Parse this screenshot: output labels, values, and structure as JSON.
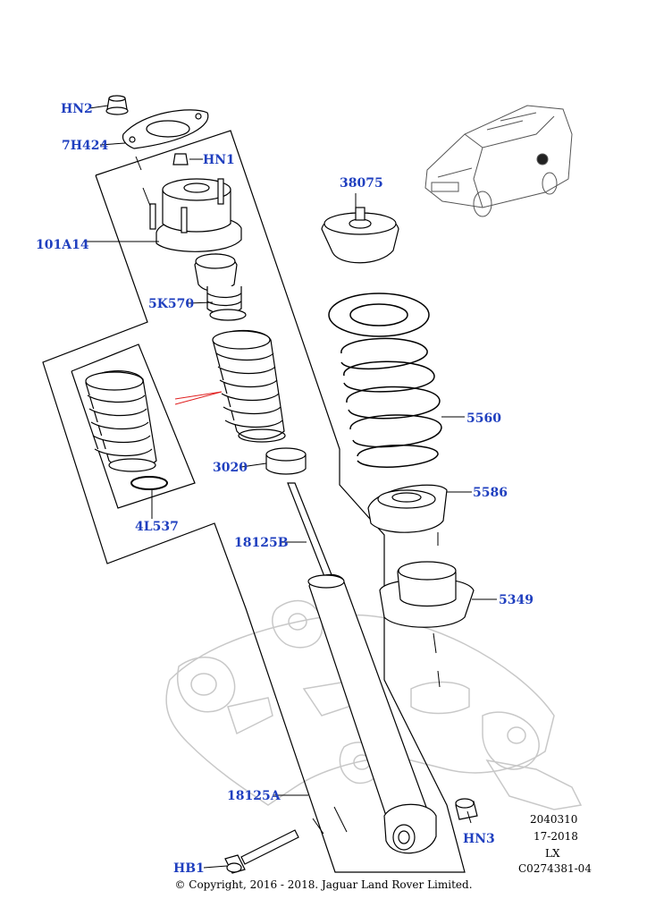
{
  "callouts": {
    "hn2": "HN2",
    "c7h424": "7H424",
    "hn1": "HN1",
    "c101a14": "101A14",
    "c5k570": "5K570",
    "c3020": "3020",
    "c4l537": "4L537",
    "c18125b": "18125B",
    "c18125a": "18125A",
    "hb1": "HB1",
    "hn3": "HN3",
    "c38075": "38075",
    "c5560": "5560",
    "c5586": "5586",
    "c5349": "5349"
  },
  "reference": {
    "line1": "2040310",
    "line2": "17-2018",
    "line3": "LX",
    "line4": "C0274381-04"
  },
  "copyright": "© Copyright, 2016 - 2018. Jaguar Land Rover Limited.",
  "colors": {
    "label": "#1f3fbf",
    "line": "#000000",
    "ghost": "#c8c8c8",
    "red_leader": "#e02020"
  }
}
